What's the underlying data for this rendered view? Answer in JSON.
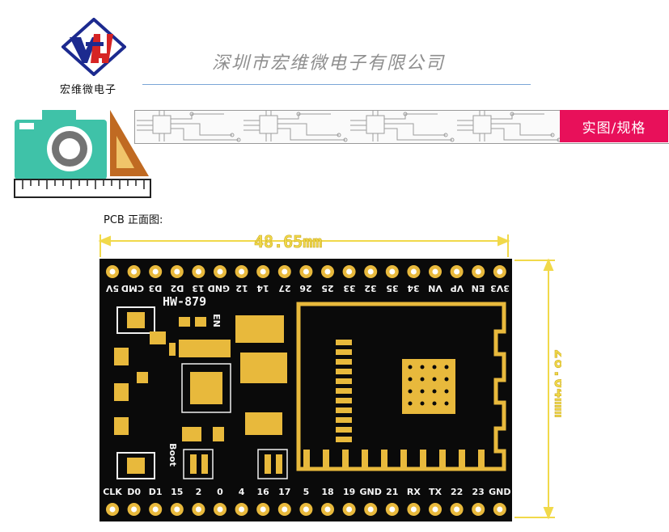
{
  "header": {
    "company_name": "深圳市宏维微电子有限公司",
    "logo_caption": "宏维微电子",
    "logo_letters": "HW",
    "banner_tag": "实图/规格"
  },
  "pcb": {
    "caption": "PCB 正面图:",
    "width_dim": "48.65mm",
    "height_dim": "28.04mm",
    "model": "HW-879",
    "en_label": "EN",
    "boot_label": "Boot",
    "top_pins": [
      "5V",
      "CMD",
      "D3",
      "D2",
      "13",
      "GND",
      "12",
      "14",
      "27",
      "26",
      "25",
      "33",
      "32",
      "35",
      "34",
      "VN",
      "VP",
      "EN",
      "3V3"
    ],
    "bottom_pins": [
      "CLK",
      "D0",
      "D1",
      "15",
      "2",
      "0",
      "4",
      "16",
      "17",
      "5",
      "18",
      "19",
      "GND",
      "21",
      "RX",
      "TX",
      "22",
      "23",
      "GND"
    ],
    "colors": {
      "board": "#0a0a0a",
      "gold": "#e8b93c",
      "accent": "#e8105a"
    }
  }
}
